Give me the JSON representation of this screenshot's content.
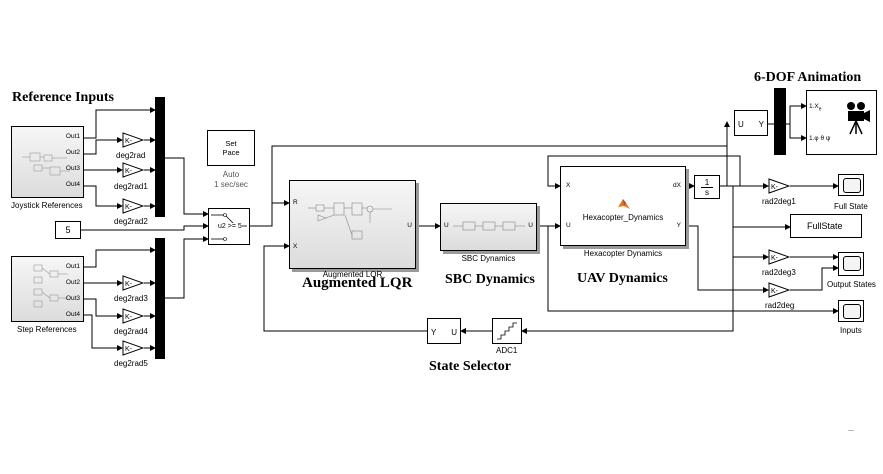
{
  "titles": {
    "reference_inputs": "Reference Inputs",
    "augmented_lqr": "Augmented LQR",
    "sbc_dynamics": "SBC Dynamics",
    "uav_dynamics": "UAV Dynamics",
    "six_dof_animation": "6-DOF Animation",
    "state_selector": "State Selector"
  },
  "joystick": {
    "label": "Joystick References",
    "ports": [
      "Out1",
      "Out2",
      "Out3",
      "Out4"
    ]
  },
  "step": {
    "label": "Step References",
    "ports": [
      "Out1",
      "Out2",
      "Out3",
      "Out4"
    ]
  },
  "gains": {
    "symbol": "K-",
    "names": [
      "deg2rad",
      "deg2rad1",
      "deg2rad2",
      "deg2rad3",
      "deg2rad4",
      "deg2rad5",
      "rad2deg1",
      "rad2deg3",
      "rad2deg"
    ]
  },
  "constant": {
    "value": "5"
  },
  "switch": {
    "condition": "u2 >= 5"
  },
  "set_pace": {
    "line1": "Set",
    "line2": "Pace",
    "mode": "Auto",
    "rate": "1 sec/sec"
  },
  "lqr": {
    "label": "Augmented LQR",
    "in_r": "R",
    "in_x": "X",
    "out_u": "U"
  },
  "sbc": {
    "label": "SBC Dynamics",
    "in_u": "U",
    "out_u": "U"
  },
  "hexacopter": {
    "label": "Hexacopter Dynamics",
    "name": "Hexacopter_Dynamics",
    "in_x": "X",
    "in_u": "U",
    "out_dx": "dX",
    "out_y": "Y"
  },
  "integrator": {
    "num": "1",
    "den": "s"
  },
  "uy_selector": {
    "in_u": "U",
    "out_y": "Y"
  },
  "animation": {
    "port1": "1.X",
    "port1_sub": "e",
    "port2": "1.φ θ ψ"
  },
  "state_selector_block": {
    "in_u": "U",
    "out_y": "Y"
  },
  "adc": {
    "label": "ADC1"
  },
  "sinks": {
    "full_state_scope": "Full State",
    "full_state_goto": "FullState",
    "output_states": "Output States",
    "inputs": "Inputs"
  },
  "colors": {
    "matlab_logo": "#e87722",
    "scope_screen": "#f4f4f4"
  }
}
